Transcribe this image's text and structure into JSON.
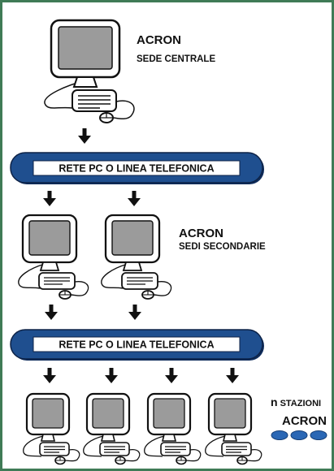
{
  "headquarters": {
    "brand": "ACRON",
    "caption": "SEDE CENTRALE"
  },
  "network_top": {
    "label": "RETE PC O LINEA TELEFONICA"
  },
  "secondary": {
    "brand": "ACRON",
    "caption": "SEDI SECONDARIE"
  },
  "network_bottom": {
    "label": "RETE PC O LINEA TELEFONICA"
  },
  "stations": {
    "prefix": "n",
    "caption": "STAZIONI",
    "brand": "ACRON"
  },
  "colors": {
    "frame": "#3f7b56",
    "network_bar": "#1f4f8f",
    "network_bar_shadow": "#0f2d5c",
    "network_panel": "#ffffff",
    "monitor_screen": "#9b9b9b",
    "outline": "#111111",
    "dots": "#2a67b5"
  },
  "icons": {
    "computer": "desktop-computer-icon",
    "arrow": "down-arrow-icon"
  }
}
